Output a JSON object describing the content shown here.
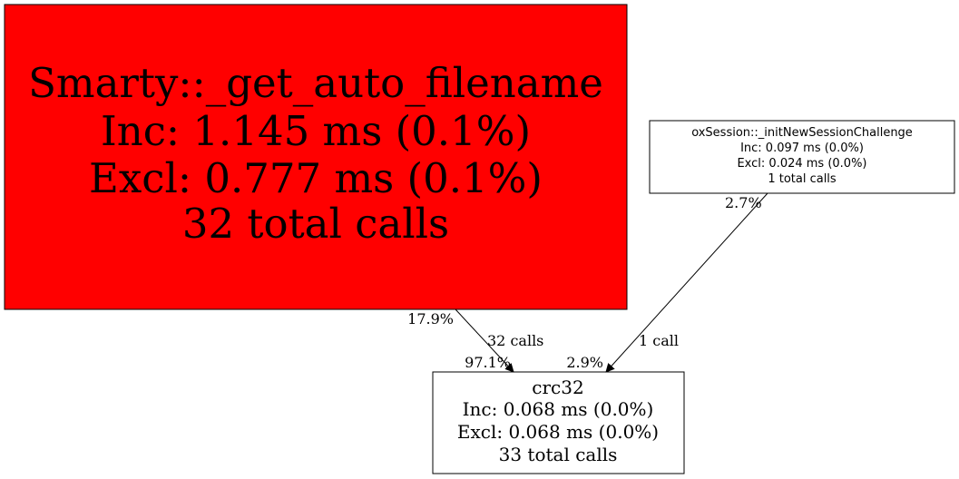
{
  "nodes": {
    "smarty": {
      "name": "Smarty::_get_auto_filename",
      "inc": "Inc: 1.145 ms (0.1%)",
      "excl": "Excl: 0.777 ms (0.1%)",
      "calls": "32 total calls",
      "fill": "#ff0000"
    },
    "oxsession": {
      "name": "oxSession::_initNewSessionChallenge",
      "inc": "Inc: 0.097 ms (0.0%)",
      "excl": "Excl: 0.024 ms (0.0%)",
      "calls": "1 total calls",
      "fill": "#ffffff"
    },
    "crc32": {
      "name": "crc32",
      "inc": "Inc: 0.068 ms (0.0%)",
      "excl": "Excl: 0.068 ms (0.0%)",
      "calls": "33 total calls",
      "fill": "#ffffff"
    }
  },
  "edges": [
    {
      "from": "Smarty::_get_auto_filename",
      "to": "crc32",
      "tail_label": "17.9%",
      "label": "32 calls",
      "head_label": "97.1%"
    },
    {
      "from": "oxSession::_initNewSessionChallenge",
      "to": "crc32",
      "tail_label": "2.7%",
      "label": "1 call",
      "head_label": "2.9%"
    }
  ]
}
